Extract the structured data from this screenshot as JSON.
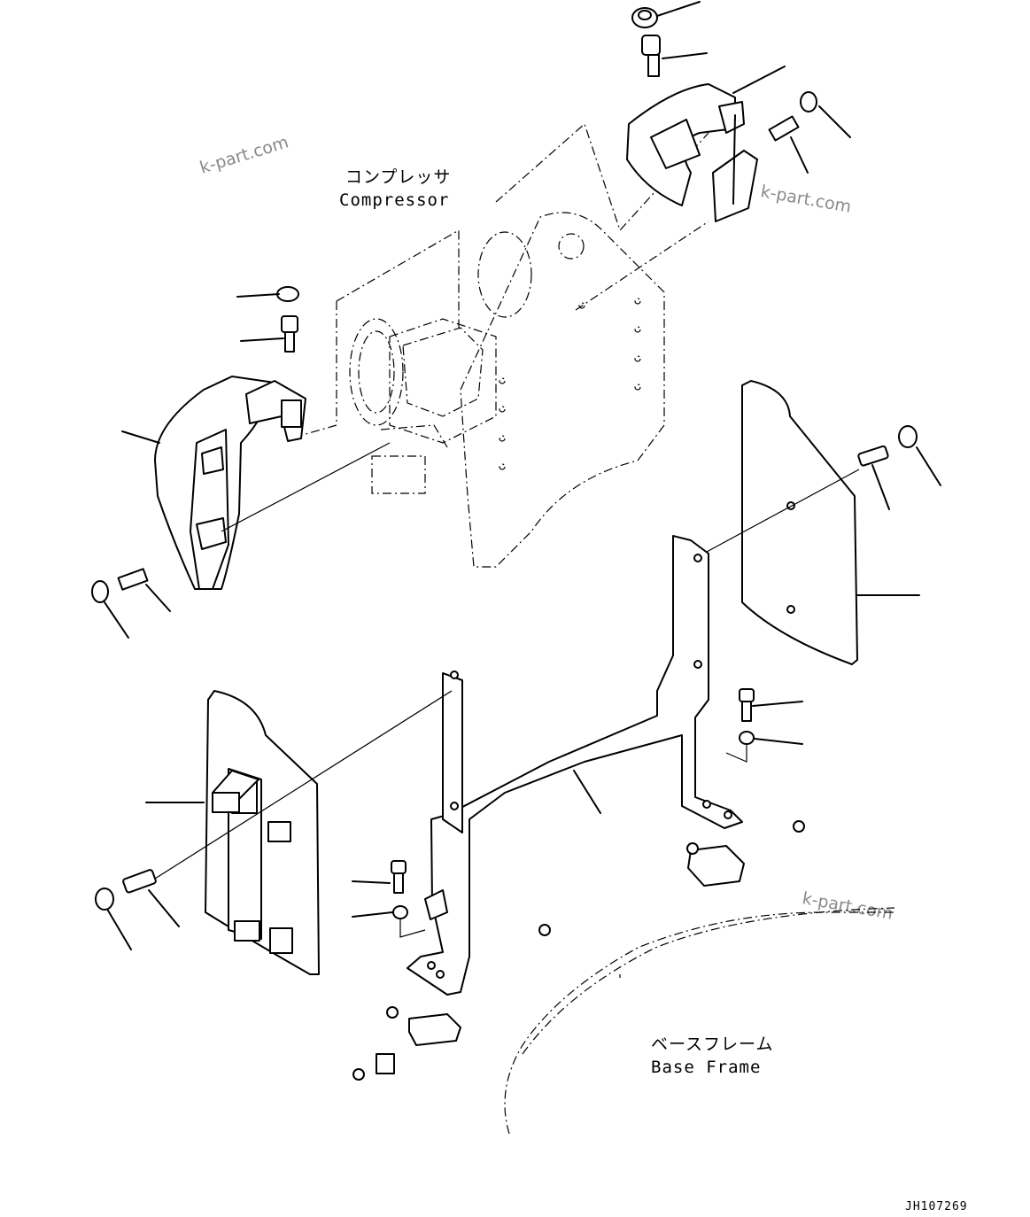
{
  "labels": {
    "compressor_jp": "コンプレッサ",
    "compressor_en": "Compressor",
    "base_frame_jp": "ベースフレーム",
    "base_frame_en": "Base Frame"
  },
  "watermark": "k-part.com",
  "drawing_code": "JH107269"
}
